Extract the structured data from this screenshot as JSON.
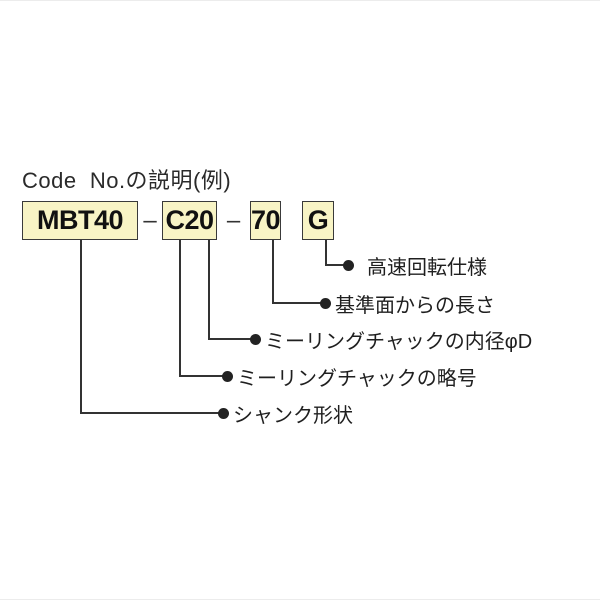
{
  "diagram": {
    "title": "Code  No.の説明(例)",
    "code": {
      "separator": "–",
      "segments": [
        "MBT40",
        "C20",
        "70",
        "G"
      ]
    },
    "legend": [
      {
        "label": "高速回転仕様",
        "connects_to": "G"
      },
      {
        "label": "基準面からの長さ",
        "connects_to": "70"
      },
      {
        "label": "ミーリングチャックの内径φD",
        "connects_to": "C20"
      },
      {
        "label": "ミーリングチャックの略号",
        "connects_to": "C20"
      },
      {
        "label": "シャンク形状",
        "connects_to": "MBT40"
      }
    ]
  },
  "colors": {
    "box_fill": "#f8f4c5",
    "box_border": "#3a3a3a",
    "line": "#333333",
    "ink": "#1f1f1f",
    "background": "#ffffff"
  }
}
